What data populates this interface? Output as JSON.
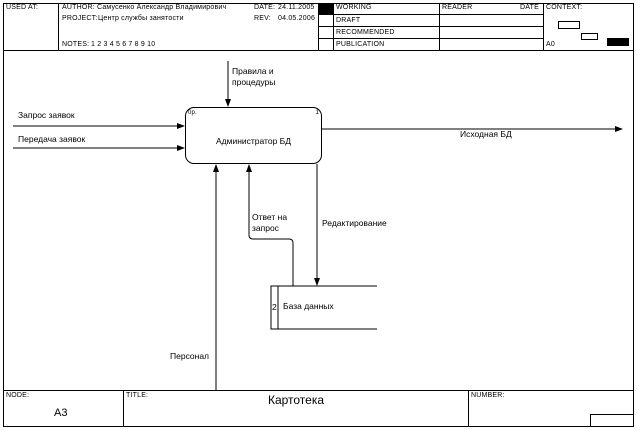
{
  "header": {
    "used_at_label": "USED AT:",
    "author_label": "AUTHOR:",
    "author_value": "Самусенко Александр Владимирович",
    "project_label": "PROJECT:",
    "project_value": "Центр службы занятости",
    "date_label": "DATE:",
    "date_value": "24.11.2005",
    "rev_label": "REV:",
    "rev_value": "04.05.2006",
    "notes_label": "NOTES:",
    "notes_value": "1  2  3  4  5  6  7  8  9  10",
    "status": [
      "WORKING",
      "DRAFT",
      "RECOMMENDED",
      "PUBLICATION"
    ],
    "reader_label": "READER",
    "reader_date_label": "DATE",
    "context_label": "CONTEXT:",
    "context_node": "A0"
  },
  "diagram": {
    "activity": {
      "label": "Администратор БД",
      "corner_left": "0р.",
      "corner_right": "1"
    },
    "arrows": {
      "control": "Правила и процедуры",
      "input_1": "Запрос заявок",
      "input_2": "Передача заявок",
      "output": "Исходная БД",
      "mechanism": "Персонал",
      "feedback": "Ответ на запрос",
      "edit": "Редактирование"
    },
    "store": {
      "id": "2",
      "label": "База данных"
    }
  },
  "footer": {
    "node_label": "NODE:",
    "node_value": "А3",
    "title_label": "TITLE:",
    "title_value": "Картотека",
    "number_label": "NUMBER:"
  },
  "colors": {
    "line": "#000000",
    "background": "#ffffff"
  }
}
